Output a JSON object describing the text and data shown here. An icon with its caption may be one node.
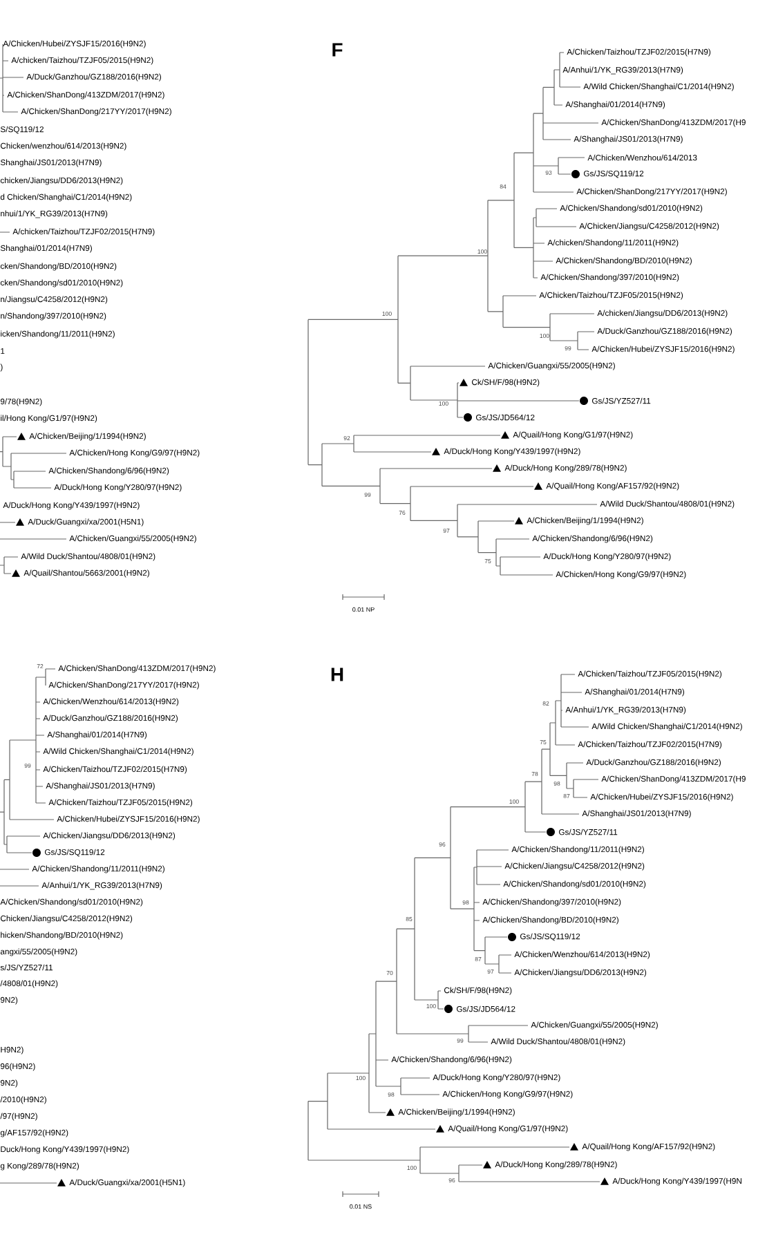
{
  "diagram": {
    "labels": [
      "A/Chicken/Hubei/ZYSJF15/2016(H9N2)",
      "A/chicken/Taizhou/TZJF05/2015(H9N2)",
      "A/Duck/Ganzhou/GZ188/2016(H9N2)",
      "A/Chicken/ShanDong/413ZDM/2017(H9N2)",
      "A/Chicken/ShanDong/217YY/2017(H9N2)",
      "S/SQ119/12",
      "Chicken/wenzhou/614/2013(H9N2)",
      "Shanghai/JS01/2013(H7N9)",
      "chicken/Jiangsu/DD6/2013(H9N2)",
      "d Chicken/Shanghai/C1/2014(H9N2)",
      "nhui/1/YK_RG39/2013(H7N9)",
      "A/chicken/Taizhou/TZJF02/2015(H7N9)",
      "Shanghai/01/2014(H7N9)",
      "cken/Shandong/BD/2010(H9N2)",
      "cken/Shandong/sd01/2010(H9N2)",
      "n/Jiangsu/C4258/2012(H9N2)",
      "n/Shandong/397/2010(H9N2)",
      "icken/Shandong/11/2011(H9N2)",
      "1",
      ")",
      "9/78(H9N2)",
      "il/Hong Kong/G1/97(H9N2)",
      "A/Chicken/Beijing/1/1994(H9N2)",
      "A/Chicken/Hong Kong/G9/97(H9N2)",
      "A/Chicken/Shandong/6/96(H9N2)",
      "A/Duck/Hong Kong/Y280/97(H9N2)",
      "A/Duck/Hong Kong/Y439/1997(H9N2)",
      "A/Duck/Guangxi/xa/2001(H5N1)",
      "A/Chicken/Guangxi/55/2005(H9N2)",
      "A/Wild Duck/Shantou/4808/01(H9N2)",
      "A/Quail/Shantou/5663/2001(H9N2)",
      "F",
      "A/Chicken/Taizhou/TZJF02/2015(H7N9)",
      "A/Anhui/1/YK_RG39/2013(H7N9)",
      "A/Wild Chicken/Shanghai/C1/2014(H9N2)",
      "A/Shanghai/01/2014(H7N9)",
      "A/Chicken/ShanDong/413ZDM/2017(H9",
      "A/Shanghai/JS01/2013(H7N9)",
      "A/Chicken/Wenzhou/614/2013",
      "Gs/JS/SQ119/12",
      "A/Chicken/ShanDong/217YY/2017(H9N2)",
      "A/Chicken/Shandong/sd01/2010(H9N2)",
      "A/Chicken/Jiangsu/C4258/2012(H9N2)",
      "A/chicken/Shandong/11/2011(H9N2)",
      "A/Chicken/Shandong/BD/2010(H9N2)",
      "A/Chicken/Shandong/397/2010(H9N2)",
      "A/Chicken/Taizhou/TZJF05/2015(H9N2)",
      "A/chicken/Jiangsu/DD6/2013(H9N2)",
      "A/Duck/Ganzhou/GZ188/2016(H9N2)",
      "A/Chicken/Hubei/ZYSJF15/2016(H9N2)",
      "A/Chicken/Guangxi/55/2005(H9N2)",
      "Ck/SH/F/98(H9N2)",
      "Gs/JS/YZ527/11",
      "Gs/JS/JD564/12",
      "A/Quail/Hong Kong/G1/97(H9N2)",
      "A/Duck/Hong Kong/Y439/1997(H9N2)",
      "A/Duck/Hong Kong/289/78(H9N2)",
      "A/Quail/Hong Kong/AF157/92(H9N2)",
      "A/Wild Duck/Shantou/4808/01(H9N2)",
      "A/Chicken/Beijing/1/1994(H9N2)",
      "A/Chicken/Shandong/6/96(H9N2)",
      "A/Duck/Hong Kong/Y280/97(H9N2)",
      "A/Chicken/Hong Kong/G9/97(H9N2)",
      "93",
      "84",
      "100",
      "100",
      "100",
      "99",
      "100",
      "92",
      "99",
      "76",
      "97",
      "75",
      "0.01 NP",
      "A/Chicken/ShanDong/413ZDM/2017(H9N2)",
      "A/Chicken/ShanDong/217YY/2017(H9N2)",
      "A/Chicken/Wenzhou/614/2013(H9N2)",
      "A/Duck/Ganzhou/GZ188/2016(H9N2)",
      "A/Shanghai/01/2014(H7N9)",
      "A/Wild Chicken/Shanghai/C1/2014(H9N2)",
      "A/Chicken/Taizhou/TZJF02/2015(H7N9)",
      "A/Shanghai/JS01/2013(H7N9)",
      "A/Chicken/Taizhou/TZJF05/2015(H9N2)",
      "A/Chicken/Hubei/ZYSJF15/2016(H9N2)",
      "A/Chicken/Jiangsu/DD6/2013(H9N2)",
      "Gs/JS/SQ119/12",
      "A/Chicken/Shandong/11/2011(H9N2)",
      "A/Anhui/1/YK_RG39/2013(H7N9)",
      "A/Chicken/Shandong/sd01/2010(H9N2)",
      "Chicken/Jiangsu/C4258/2012(H9N2)",
      "hicken/Shandong/BD/2010(H9N2)",
      "angxi/55/2005(H9N2)",
      "s/JS/YZ527/11",
      "/4808/01(H9N2)",
      "9N2)",
      "H9N2)",
      "96(H9N2)",
      "9N2)",
      "/2010(H9N2)",
      "/97(H9N2)",
      "g/AF157/92(H9N2)",
      "Duck/Hong Kong/Y439/1997(H9N2)",
      "g Kong/289/78(H9N2)",
      "A/Duck/Guangxi/xa/2001(H5N1)",
      "72",
      "99",
      "H",
      "A/Chicken/Taizhou/TZJF05/2015(H9N2)",
      "A/Shanghai/01/2014(H7N9)",
      "A/Anhui/1/YK_RG39/2013(H7N9)",
      "A/Wild Chicken/Shanghai/C1/2014(H9N2)",
      "A/Chicken/Taizhou/TZJF02/2015(H7N9)",
      "A/Duck/Ganzhou/GZ188/2016(H9N2)",
      "A/Chicken/ShanDong/413ZDM/2017(H9",
      "A/Chicken/Hubei/ZYSJF15/2016(H9N2)",
      "A/Shanghai/JS01/2013(H7N9)",
      "Gs/JS/YZ527/11",
      "A/Chicken/Shandong/11/2011(H9N2)",
      "A/Chicken/Jiangsu/C4258/2012(H9N2)",
      "A/Chicken/Shandong/sd01/2010(H9N2)",
      "A/Chicken/Shandong/397/2010(H9N2)",
      "A/Chicken/Shandong/BD/2010(H9N2)",
      "Gs/JS/SQ119/12",
      "A/Chicken/Wenzhou/614/2013(H9N2)",
      "A/Chicken/Jiangsu/DD6/2013(H9N2)",
      "Ck/SH/F/98(H9N2)",
      "Gs/JS/JD564/12",
      "A/Chicken/Guangxi/55/2005(H9N2)",
      "A/Wild Duck/Shantou/4808/01(H9N2)",
      "A/Chicken/Shandong/6/96(H9N2)",
      "A/Duck/Hong Kong/Y280/97(H9N2)",
      "A/Chicken/Hong Kong/G9/97(H9N2)",
      "A/Chicken/Beijing/1/1994(H9N2)",
      "A/Quail/Hong Kong/G1/97(H9N2)",
      "A/Quail/Hong Kong/AF157/92(H9N2)",
      "A/Duck/Hong Kong/289/78(H9N2)",
      "A/Duck/Hong Kong/Y439/1997(H9N",
      "82",
      "75",
      "78",
      "98",
      "87",
      "100",
      "96",
      "98",
      "85",
      "87",
      "97",
      "70",
      "100",
      "99",
      "100",
      "98",
      "100",
      "96",
      "0.01 NS"
    ]
  }
}
